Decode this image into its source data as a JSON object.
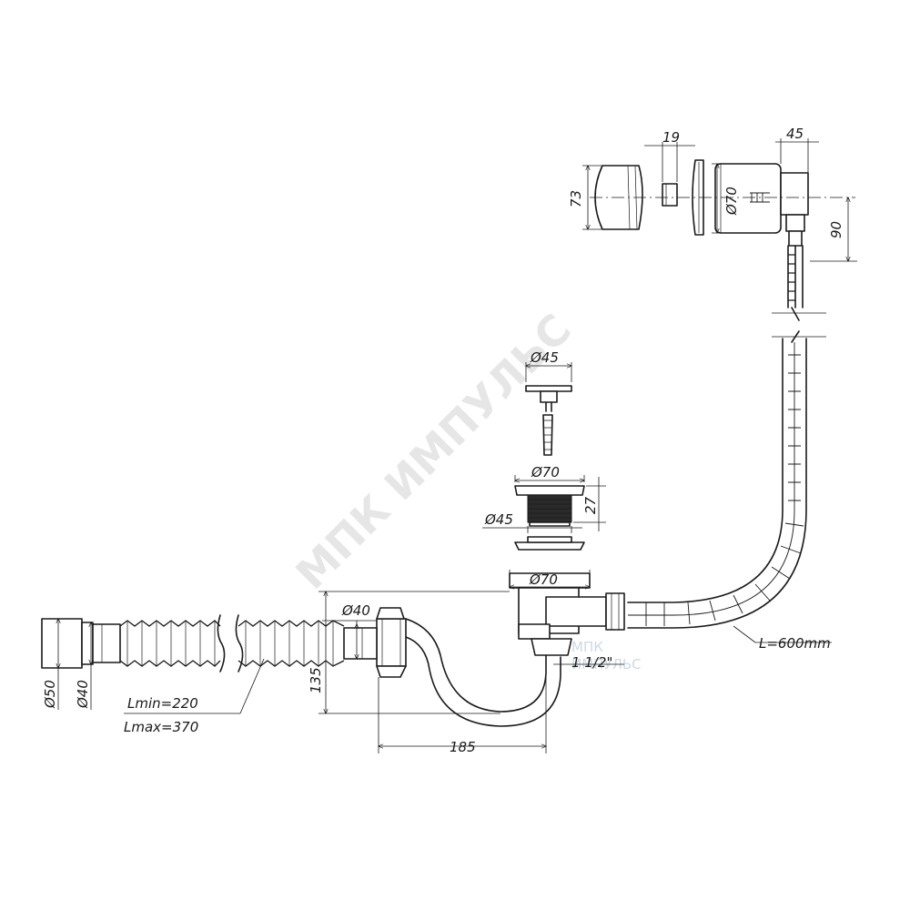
{
  "watermark": {
    "text": "МПК ИМПУЛЬС",
    "small_line1": "МПК",
    "small_line2": "ИМПУЛЬС"
  },
  "dimensions": {
    "overflow_depth": "45",
    "cap_height": "73",
    "plug_width": "19",
    "overflow_diameter": "Ø70",
    "overflow_drop": "90",
    "stopper_diameter": "Ø45",
    "drain_top_diameter": "Ø70",
    "drain_height": "27",
    "drain_inner_diameter": "Ø45",
    "flange_diameter": "Ø70",
    "outlet_diameter": "Ø40",
    "trap_height": "135",
    "trap_length": "185",
    "thread": "1 1/2\"",
    "hose_length": "L=600mm",
    "corr_min": "Lmin=220",
    "corr_max": "Lmax=370",
    "pipe_outer": "Ø50",
    "pipe_inner": "Ø40"
  }
}
